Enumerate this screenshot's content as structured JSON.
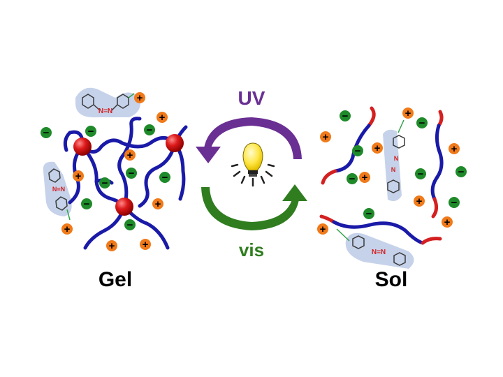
{
  "labels": {
    "gel": "Gel",
    "sol": "Sol",
    "uv": "UV",
    "vis": "vis"
  },
  "azo": {
    "nn_horizontal": "N=N",
    "n_letter": "N"
  },
  "charges": {
    "positive": "+",
    "negative": "−"
  },
  "colors": {
    "polymer_blue": "#1a1aa8",
    "polymer_red": "#d42020",
    "crosslink_red": "#cc1010",
    "positive_orange": "#f07a1a",
    "negative_green": "#1f8a2a",
    "uv_arrow": "#6a2f93",
    "vis_arrow": "#2f7d1f",
    "azo_highlight": "#c5d2ea",
    "bulb_yellow": "#ffe74a"
  }
}
